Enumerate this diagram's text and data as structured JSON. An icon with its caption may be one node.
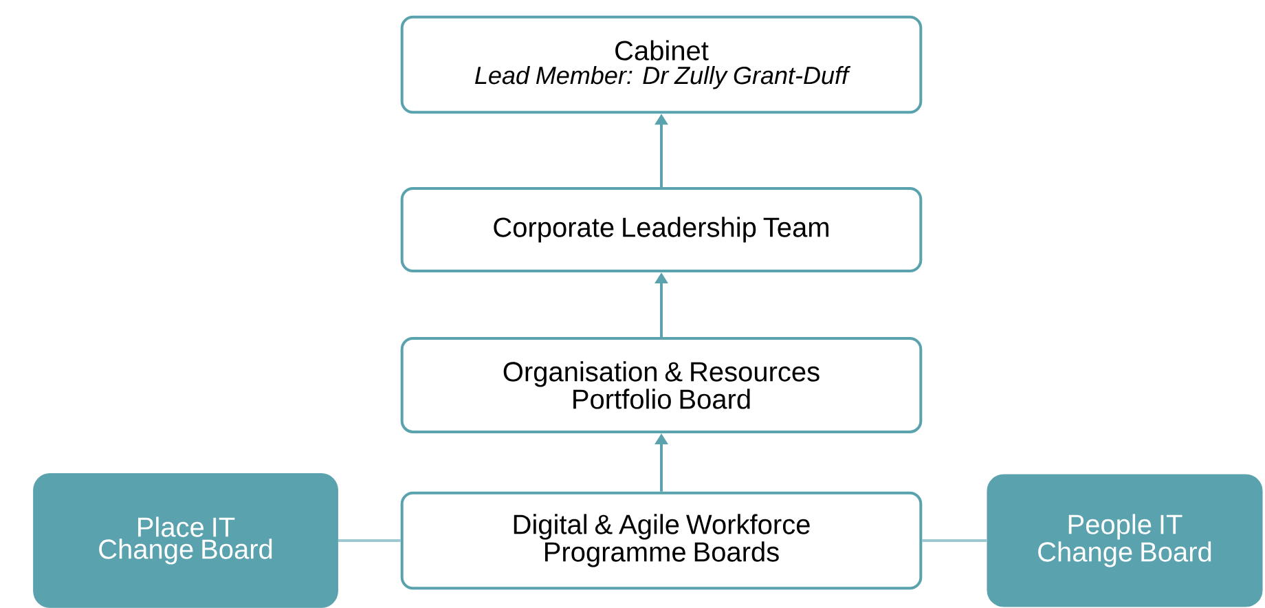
{
  "diagram": {
    "nodes": [
      {
        "text": [
          "Cabinet",
          "Lead Member: Dr Zully Grant-Duff"
        ]
      },
      {
        "text": [
          "Corporate Leadership Team"
        ]
      },
      {
        "text": [
          "Organisation & Resources Portfolio Board"
        ]
      },
      {
        "text": [
          "Digital & Agile Workforce Programme Boards"
        ]
      },
      {
        "text": [
          "Place IT Change Board"
        ]
      },
      {
        "text": [
          "People IT Change Board"
        ]
      }
    ],
    "edges": [
      {
        "from": 3,
        "to": 2,
        "arrow": "to"
      },
      {
        "from": 2,
        "to": 1,
        "arrow": "to"
      },
      {
        "from": 1,
        "to": 0,
        "arrow": "to"
      },
      {
        "from": 4,
        "to": 3,
        "arrow": "none",
        "color": "#9cc8cf"
      },
      {
        "from": 3,
        "to": 5,
        "arrow": "none",
        "color": "#9cc8cf"
      }
    ]
  }
}
